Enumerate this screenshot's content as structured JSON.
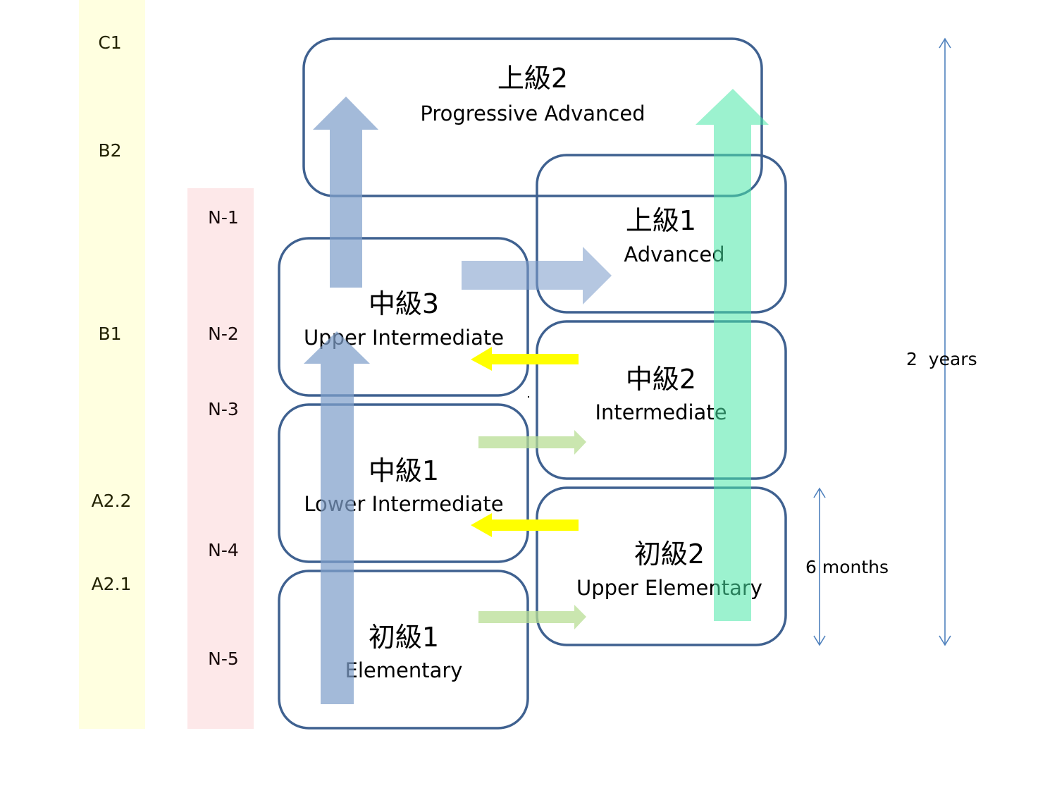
{
  "colors": {
    "cefr_band": "#FFFFE0",
    "jlpt_band": "#FDE8E9",
    "box_stroke": "#3F6190",
    "blue_arrow": "#7F9FCB",
    "green_arrow": "#4AE8A8",
    "yellow_arrow": "#FFFF00",
    "light_green_arrow": "#B8DE94",
    "duration_arrow": "#4F81BD",
    "band_text": "#222200",
    "jlpt_text": "#1a0a0a",
    "text": "#000000"
  },
  "cefr_levels": [
    {
      "label": "C1"
    },
    {
      "label": "B2"
    },
    {
      "label": "B1"
    },
    {
      "label": "A2.2"
    },
    {
      "label": "A2.1"
    }
  ],
  "jlpt_levels": [
    {
      "label": "N-1"
    },
    {
      "label": "N-2"
    },
    {
      "label": "N-3"
    },
    {
      "label": "N-4"
    },
    {
      "label": "N-5"
    }
  ],
  "courses": [
    {
      "id": "joukyu2",
      "jp": "上級2",
      "en": "Progressive Advanced"
    },
    {
      "id": "joukyu1",
      "jp": "上級1",
      "en": "Advanced"
    },
    {
      "id": "chuukyu3",
      "jp": "中級3",
      "en": "Upper Intermediate"
    },
    {
      "id": "chuukyu2",
      "jp": "中級2",
      "en": "Intermediate"
    },
    {
      "id": "chuukyu1",
      "jp": "中級1",
      "en": "Lower Intermediate"
    },
    {
      "id": "shokyu2",
      "jp": "初級2",
      "en": "Upper Elementary"
    },
    {
      "id": "shokyu1",
      "jp": "初級1",
      "en": "Elementary"
    }
  ],
  "durations": {
    "long": "2  years",
    "short": "6 months"
  }
}
